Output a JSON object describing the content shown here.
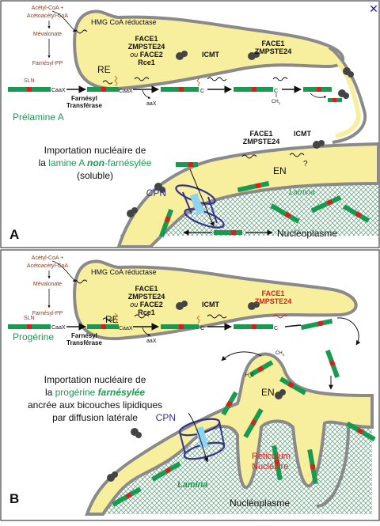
{
  "close_icon": "close-icon",
  "colors": {
    "membrane_fill": "#f7ef9e",
    "membrane_stroke": "#8a8a8a",
    "protein": "#1a9a50",
    "caax_red": "#e01b1b",
    "pore": "#33338f",
    "pore_channel": "#8fd3f2",
    "lamina": "#b9dcc6",
    "green_text": "#1a9a50",
    "red_text": "#e01b1b",
    "brown_text": "#8b3a1a",
    "blue_text": "#33338f"
  },
  "panel_a": {
    "letter": "A",
    "pathway": [
      "Acétyl-CoA +",
      "Acétoacétyl-CoA",
      "Mévalonate",
      "Farnésyl-PP"
    ],
    "hmg": "HMG CoA réductase",
    "re": "RE",
    "sln": "SLN",
    "caax1": "CaaX",
    "caax2": "CaaX",
    "farnesyl_transferase": [
      "Farnésyl",
      "Transférase"
    ],
    "aax": "aaX",
    "ch3": "CH",
    "ch3_sub": "3",
    "c": "C",
    "enzymes_1": [
      "FACE1",
      "ZMPSTE24",
      "ou",
      "FACE2",
      "Rce1"
    ],
    "icmt": "ICMT",
    "enzymes_2": [
      "FACE1",
      "ZMPSTE24"
    ],
    "protein_name": "Prélamine A",
    "import_text": {
      "line1": "Importation nucléaire de",
      "line2_pre": "la ",
      "line2_green": "lamine A",
      "line2_space": " ",
      "line2_bold": "non",
      "line2_post": "-farnésylée",
      "line3": "(soluble)"
    },
    "cpn": "CPN",
    "en_enzymes": [
      "FACE1",
      "ZMPSTE24"
    ],
    "en_icmt": "ICMT",
    "question": "?",
    "en": "EN",
    "lamina": "Lamina",
    "nucleoplasm": "Nucléoplasme"
  },
  "panel_b": {
    "letter": "B",
    "pathway": [
      "Acétyl-CoA +",
      "Acétoacétyl-CoA",
      "Mévalonate",
      "Farnésyl-PP"
    ],
    "hmg": "HMG CoA réductase",
    "re": "RE",
    "sln": "SLN",
    "caax1": "CaaX",
    "caax2": "CaaX",
    "farnesyl_transferase": [
      "Farnésyl",
      "Transférase"
    ],
    "aax": "aaX",
    "ch3": "CH",
    "ch3_sub": "3",
    "c": "C",
    "h3c": "H",
    "enzymes_1": [
      "FACE1",
      "ZMPSTE24",
      "ou",
      "FACE2",
      "Rce1"
    ],
    "icmt": "ICMT",
    "enzymes_2_red": [
      "FACE1",
      "ZMPSTE24"
    ],
    "protein_name": "Progérine",
    "import_text": {
      "line1": "Importation nucléaire de",
      "line2_pre": "la ",
      "line2_green": "progérine",
      "line2_space": " ",
      "line2_bold": "farnésylée",
      "line3": "ancrée aux bicouches lipidiques",
      "line4": "par diffusion latérale"
    },
    "cpn": "CPN",
    "en": "EN",
    "lamina": "Lamina",
    "reticulum": [
      "Réticulum",
      "Nucléaire"
    ],
    "nucleoplasm": "Nucléoplasme"
  }
}
